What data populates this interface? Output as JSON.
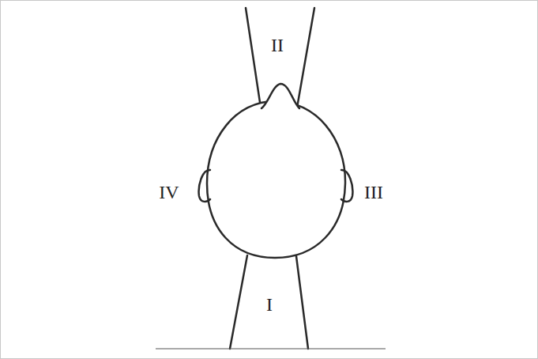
{
  "diagram": {
    "labels": [
      "II",
      "IV",
      "III",
      "I"
    ]
  }
}
